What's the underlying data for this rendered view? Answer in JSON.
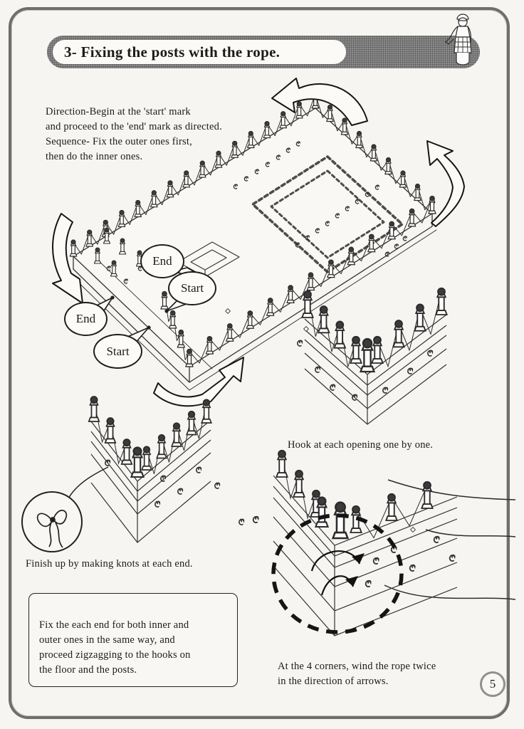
{
  "page": {
    "title": "3- Fixing the posts with the rope.",
    "page_number": "5"
  },
  "instructions": {
    "direction_note": "Direction-Begin at the 'start' mark\nand proceed to the 'end' mark as directed.\nSequence- Fix the outer ones first,\nthen do the inner ones.",
    "caption_hook": "Hook at each opening one by one.",
    "caption_knots": "Finish up by making knots at each end.",
    "note_box": "Fix the each end for both inner and\nouter ones in the same way, and\nproceed zigzagging to the hooks on\nthe floor and the posts.",
    "caption_corners": "At the 4 corners, wind the rope twice\nin the direction of arrows."
  },
  "bubbles": {
    "end_top": "End",
    "start_top": "Start",
    "end_left": "End",
    "start_bottom": "Start"
  },
  "colors": {
    "ink": "#1c1c1c",
    "band_gray": "#979797",
    "border_gray": "#6e6e6e",
    "paper": "#f6f5f1"
  }
}
